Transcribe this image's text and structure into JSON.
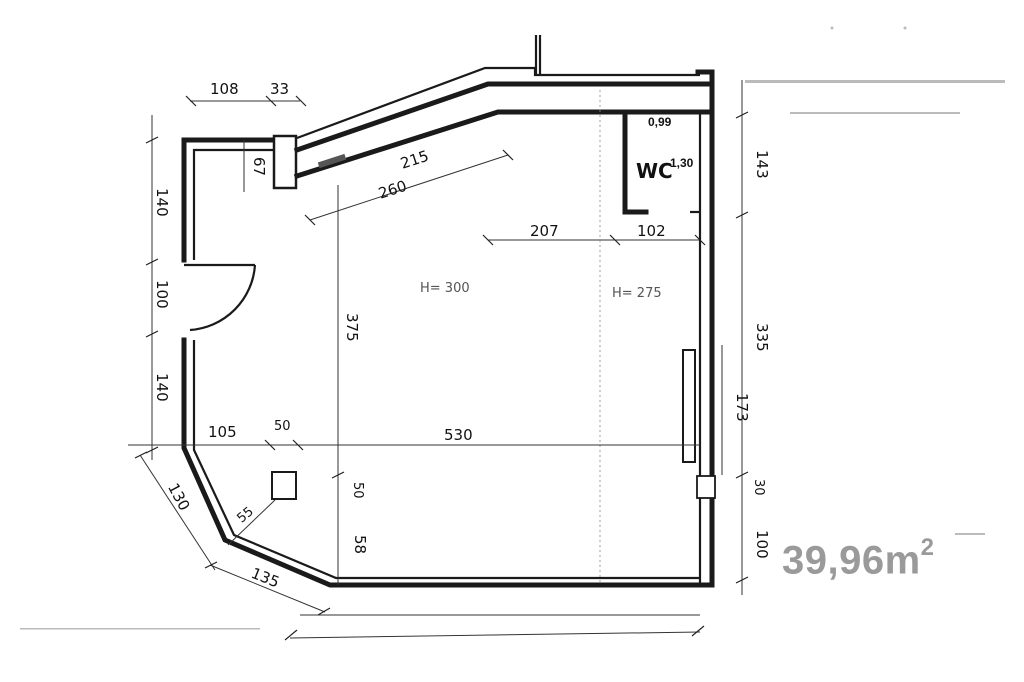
{
  "area": {
    "value": "39,96m",
    "unit_sup": "2"
  },
  "rooms": {
    "main_height": "H= 300",
    "wc_height": "H= 275",
    "wc_label": "WC",
    "wc_sup": "1,30",
    "wc_width": "0,99"
  },
  "dimensions": {
    "top_108": "108",
    "top_33": "33",
    "col_67": "67",
    "diag_215": "215",
    "diag_260": "260",
    "left_140_top": "140",
    "left_100": "100",
    "left_140_bottom": "140",
    "mid_375": "375",
    "mid_207": "207",
    "mid_102": "102",
    "right_143": "143",
    "right_335": "335",
    "right_173": "173",
    "right_30": "30",
    "right_100": "100",
    "bot_105": "105",
    "bot_50_h": "50",
    "bot_530": "530",
    "bot_50_v": "50",
    "bot_58": "58",
    "bot_55": "55",
    "bot_130": "130",
    "bot_135": "135"
  },
  "colors": {
    "ink": "#1a1a1a",
    "area_label": "#9a9a9a"
  }
}
